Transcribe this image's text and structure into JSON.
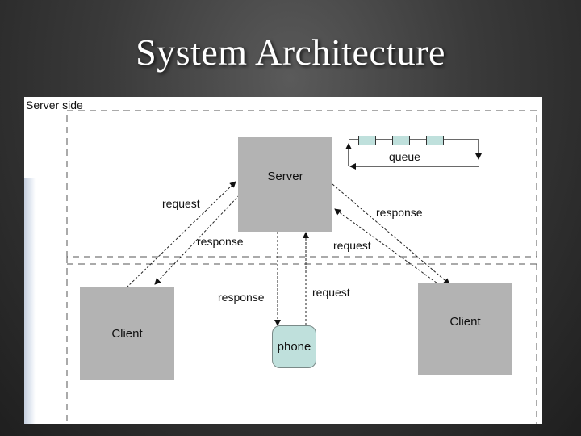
{
  "slide": {
    "title": "System Architecture"
  },
  "diagram": {
    "section_label": "Server side",
    "server_label": "Server",
    "client_left_label": "Client",
    "client_right_label": "Client",
    "phone_label": "phone",
    "queue_label": "queue",
    "edges": {
      "left_request": "request",
      "left_response": "response",
      "right_response": "response",
      "right_request": "request",
      "phone_response": "response",
      "phone_request": "request"
    }
  },
  "colors": {
    "node_fill": "#b3b3b3",
    "phone_fill": "#bfe0dc",
    "queue_cell_fill": "#bfe0dc"
  }
}
